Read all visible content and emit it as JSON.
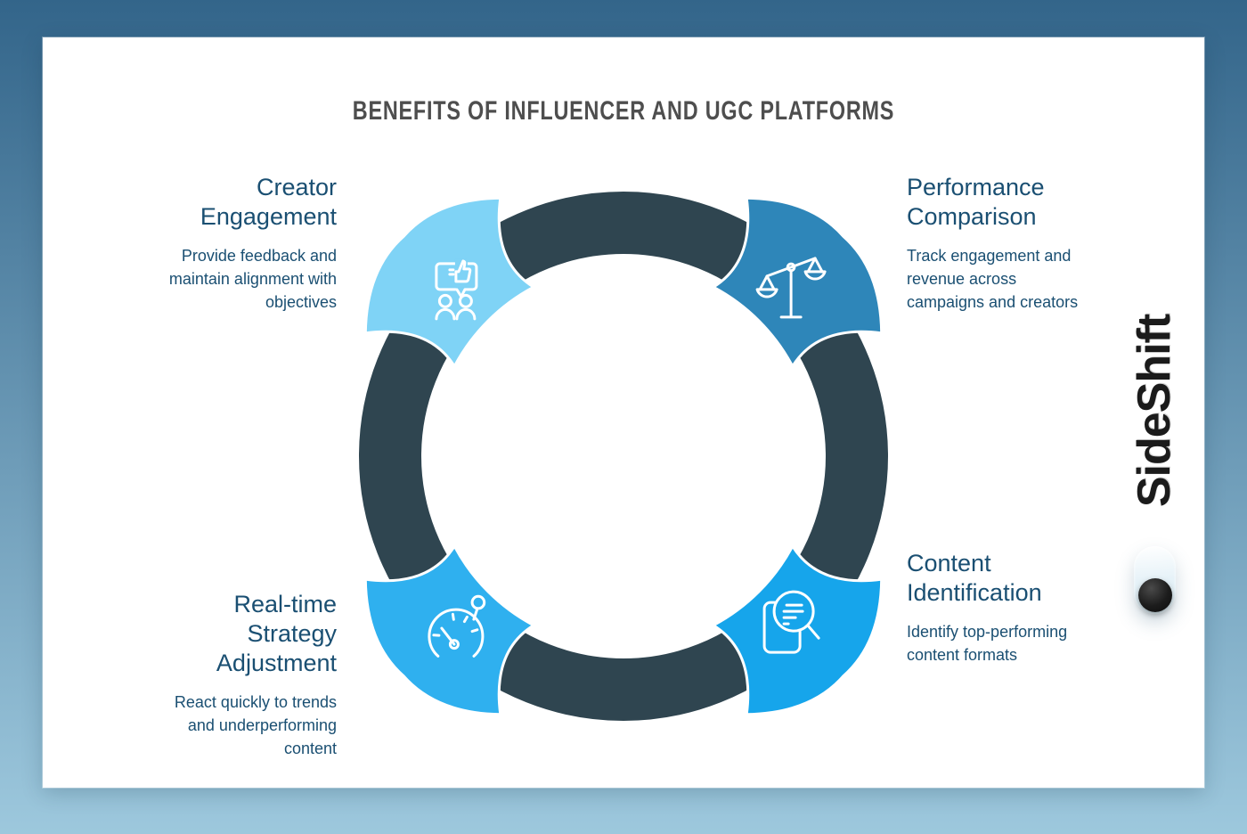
{
  "header": {
    "title": "BENEFITS OF INFLUENCER AND UGC PLATFORMS"
  },
  "brand": {
    "name": "SideShift"
  },
  "theme": {
    "background_top": "#33658A",
    "background_bottom": "#9DC8DD",
    "card_color": "#FFFFFF",
    "title_color": "#4E4E4E",
    "label_color": "#1A4F72",
    "ring_color": "#2F4550"
  },
  "diagram": {
    "type": "cycle",
    "ring_color": "#2F4550",
    "segments": [
      {
        "id": "creator-engagement",
        "position": "top-left",
        "angle": 225,
        "color": "#7FD3F6",
        "icon": "feedback-chat-icon",
        "title_lines": [
          "Creator",
          "Engagement"
        ],
        "desc_lines": [
          "Provide feedback and",
          "maintain alignment with",
          "objectives"
        ]
      },
      {
        "id": "performance-comparison",
        "position": "top-right",
        "angle": 315,
        "color": "#2E86B9",
        "icon": "balance-scale-icon",
        "title_lines": [
          "Performance",
          "Comparison"
        ],
        "desc_lines": [
          "Track engagement and",
          "revenue across",
          "campaigns and creators"
        ]
      },
      {
        "id": "content-identification",
        "position": "bottom-right",
        "angle": 45,
        "color": "#16A5EB",
        "icon": "content-search-icon",
        "title_lines": [
          "Content",
          "Identification"
        ],
        "desc_lines": [
          "Identify top-performing",
          "content formats"
        ]
      },
      {
        "id": "real-time-strategy-adjustment",
        "position": "bottom-left",
        "angle": 135,
        "color": "#2FB0EF",
        "icon": "speed-gauge-icon",
        "title_lines": [
          "Real-time",
          "Strategy",
          "Adjustment"
        ],
        "desc_lines": [
          "React quickly to trends",
          "and underperforming",
          "content"
        ]
      }
    ]
  }
}
